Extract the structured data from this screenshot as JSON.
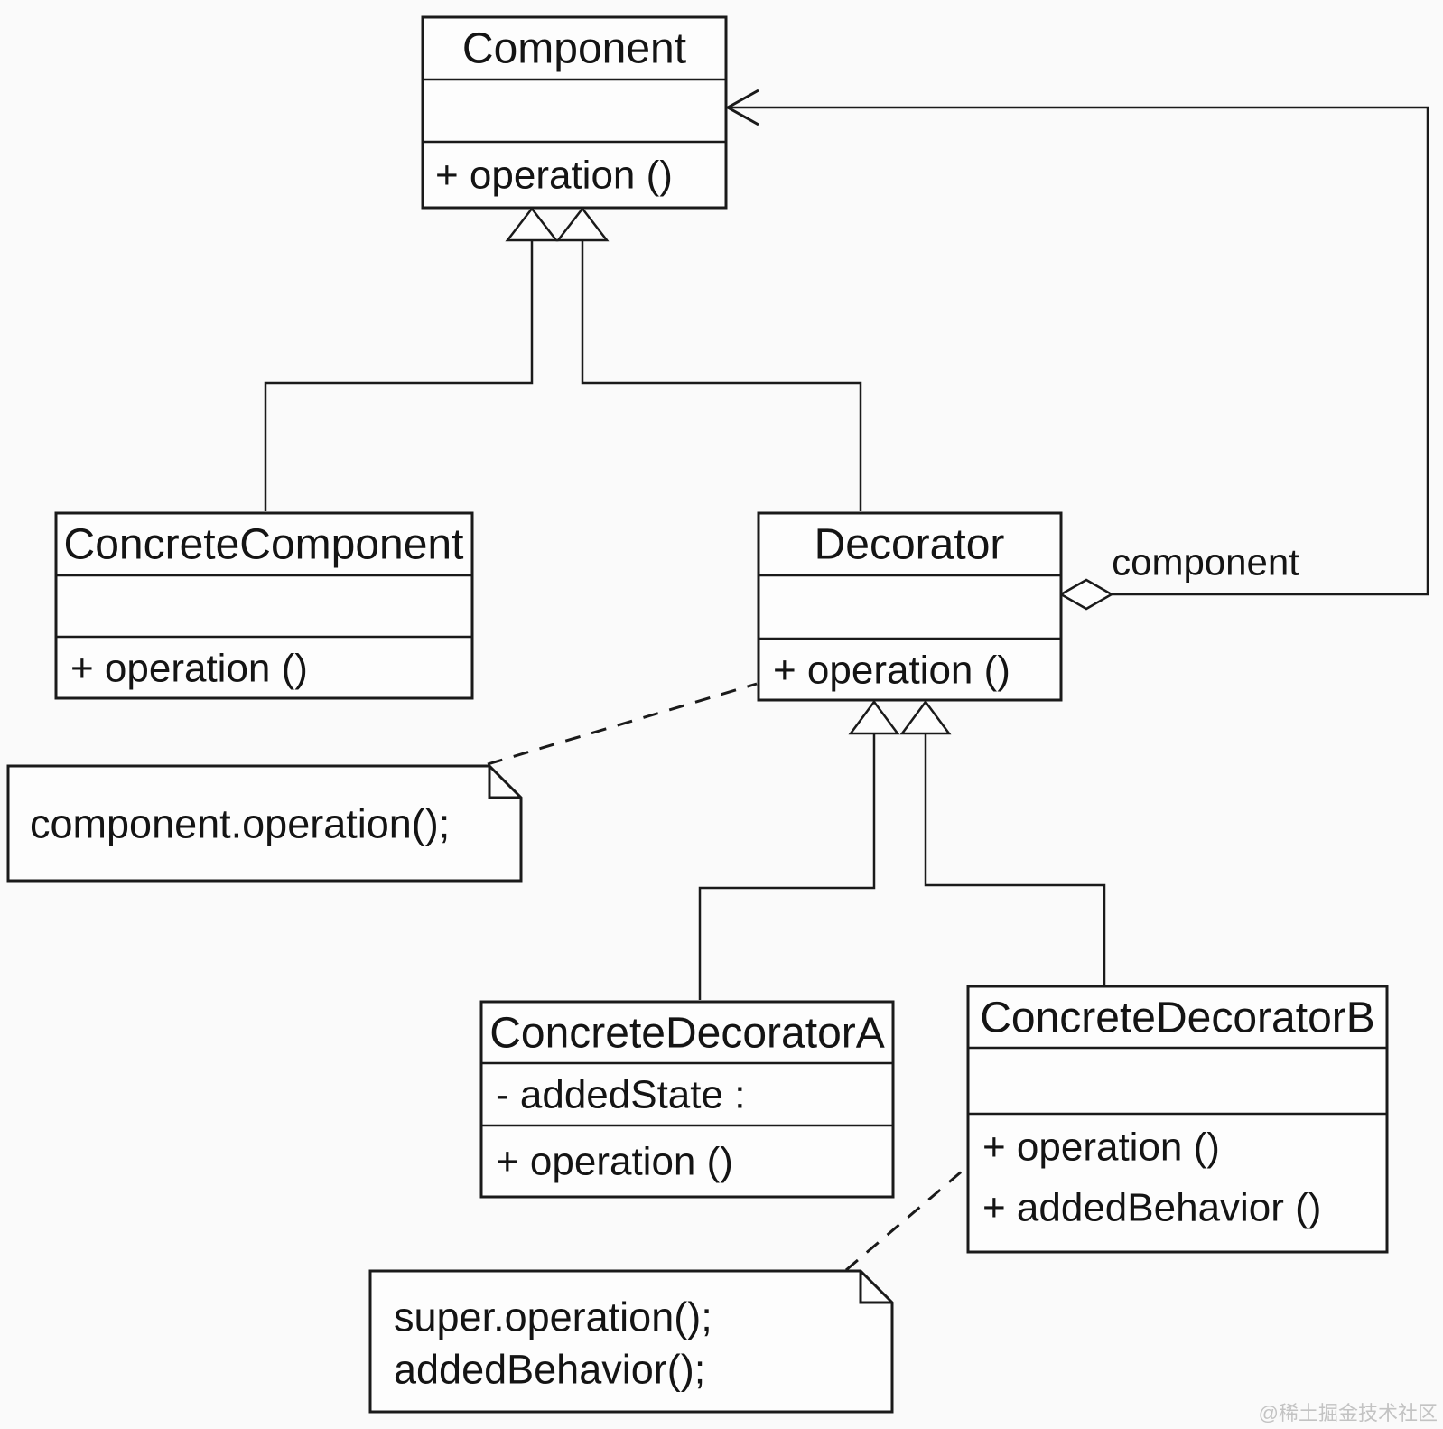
{
  "diagram_type": "uml-class-diagram",
  "classes": {
    "component": {
      "name": "Component",
      "attributes": [],
      "methods": [
        "+ operation ()"
      ]
    },
    "concrete_component": {
      "name": "ConcreteComponent",
      "attributes": [],
      "methods": [
        "+ operation ()"
      ]
    },
    "decorator": {
      "name": "Decorator",
      "attributes": [],
      "methods": [
        "+ operation ()"
      ]
    },
    "concrete_decorator_a": {
      "name": "ConcreteDecoratorA",
      "attributes": [
        "- addedState :"
      ],
      "methods": [
        "+ operation ()"
      ]
    },
    "concrete_decorator_b": {
      "name": "ConcreteDecoratorB",
      "attributes": [],
      "methods": [
        "+ operation ()",
        "+ addedBehavior ()"
      ]
    }
  },
  "relationships": {
    "aggregation_label": "component",
    "generalizations": [
      "ConcreteComponent -> Component",
      "Decorator -> Component",
      "ConcreteDecoratorA -> Decorator",
      "ConcreteDecoratorB -> Decorator"
    ]
  },
  "notes": {
    "decorator_operation_note": "component.operation();",
    "concrete_decorator_b_note": [
      "super.operation();",
      "addedBehavior();"
    ]
  },
  "watermark": "@稀土掘金技术社区",
  "colors": {
    "line": "#1a1a1a",
    "box_fill": "#fdfdfd",
    "background": "#fafafa",
    "watermark_text": "#c3c3c3"
  }
}
